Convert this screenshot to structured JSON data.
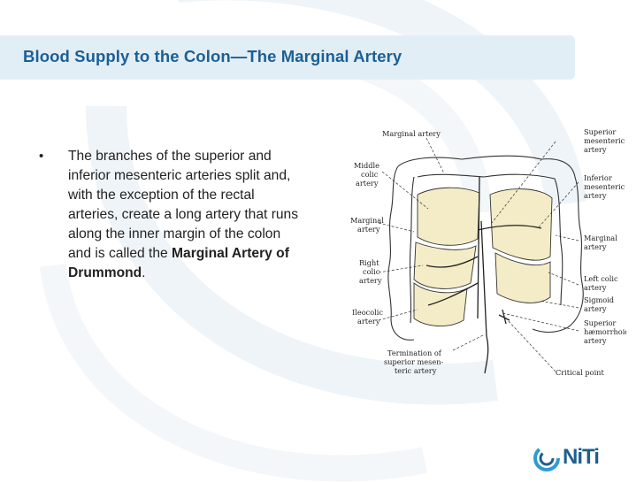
{
  "slide": {
    "title": "Blood Supply to the Colon—The Marginal Artery",
    "bullet": {
      "text_before": "The branches of the superior and inferior mesenteric arteries split and, with the exception of the rectal arteries, create a long artery that runs along the inner margin of the colon and is called the ",
      "bold_text": "Marginal Artery of Drummond",
      "text_after": "."
    }
  },
  "diagram": {
    "labels": {
      "marginal_artery_top": "Marginal artery",
      "superior_mesenteric_artery_1": "Superior",
      "superior_mesenteric_artery_2": "mesenteric",
      "superior_mesenteric_artery_3": "artery",
      "middle_colic_1": "Middle",
      "middle_colic_2": "colic",
      "middle_colic_3": "artery",
      "inferior_mesenteric_1": "Inferior",
      "inferior_mesenteric_2": "mesenteric",
      "inferior_mesenteric_3": "artery",
      "marginal_left_1": "Marginal",
      "marginal_left_2": "artery",
      "marginal_right_1": "Marginal",
      "marginal_right_2": "artery",
      "right_colic_1": "Right",
      "right_colic_2": "colic",
      "right_colic_3": "artery",
      "left_colic_1": "Left colic",
      "left_colic_2": "artery",
      "sigmoid_1": "Sigmoid",
      "sigmoid_2": "artery",
      "ileocolic_1": "Ileocolic",
      "ileocolic_2": "artery",
      "superior_hemorrhoidal_1": "Superior",
      "superior_hemorrhoidal_2": "hæmorrhoidal",
      "superior_hemorrhoidal_3": "artery",
      "termination_1": "Termination of",
      "termination_2": "superior mesen-",
      "termination_3": "teric artery",
      "critical_point": "Critical point"
    }
  },
  "logo": {
    "text": "NiTi",
    "icon": "swirl-logo-icon"
  },
  "colors": {
    "title": "#1b5f96",
    "title_bar": "#e2eef5",
    "logo": "#1d5f8e"
  }
}
